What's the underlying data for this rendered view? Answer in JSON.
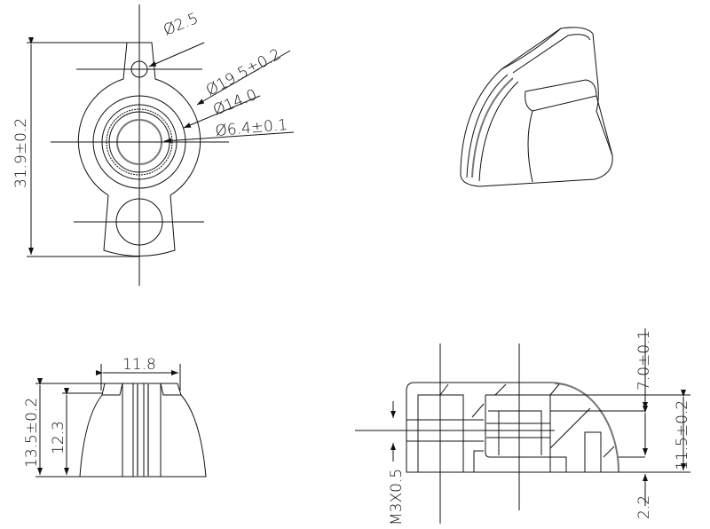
{
  "top_view": {
    "hole_small": "Ø2.5",
    "outer_diameter": "Ø19.5±0.2",
    "ring_diameter": "Ø14.0",
    "bore_diameter": "Ø6.4±0.1",
    "overall_length": "31.9±0.2"
  },
  "front_view": {
    "top_width": "11.8",
    "overall_height": "13.5±0.2",
    "body_height": "12.3"
  },
  "side_section": {
    "top_depth": "7.0±0.1",
    "shaft_depth": "11.5±0.2",
    "base_thickness": "2.2",
    "set_screw": "M3X0.5"
  },
  "colors": {
    "line": "#111111",
    "background": "#ffffff"
  }
}
